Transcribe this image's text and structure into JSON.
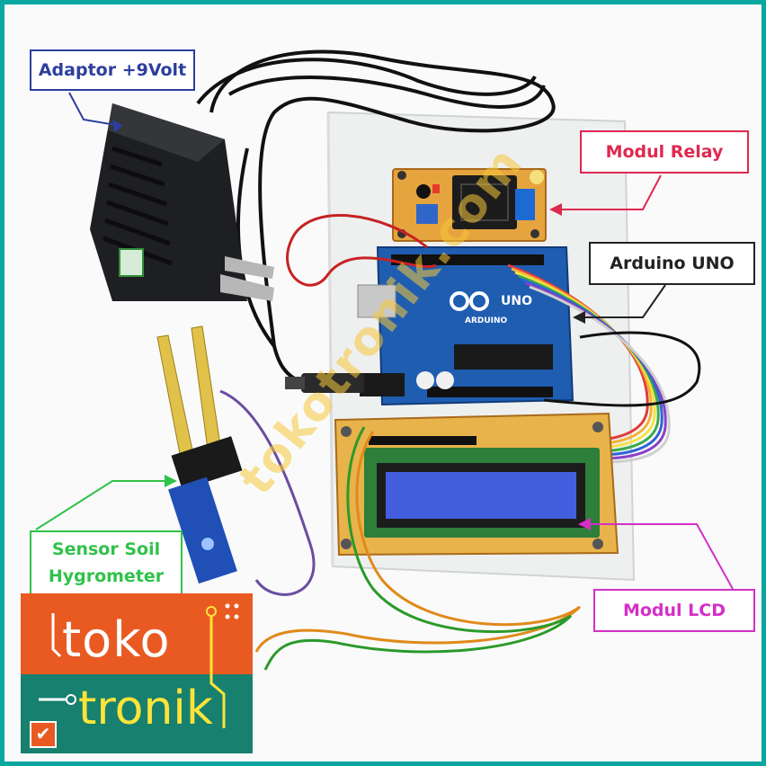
{
  "callouts": {
    "adaptor": "Adaptor +9Volt",
    "relay": "Modul Relay",
    "arduino": "Arduino UNO",
    "lcd": "Modul LCD",
    "sensor_line1": "Sensor Soil",
    "sensor_line2": "Hygrometer"
  },
  "board_text": {
    "arduino_brand": "ARDUINO",
    "uno": "UNO"
  },
  "watermark": "tokotronik.com",
  "logo": {
    "word1": "toko",
    "word2": "tronik"
  },
  "colors": {
    "frame": "#0aa6a0",
    "adaptor": "#2c3f9e",
    "relay": "#e0284f",
    "arduino": "#222222",
    "lcd": "#d42fc6",
    "sensor": "#30c24a",
    "logo_orange": "#e95a23",
    "logo_teal": "#17806f",
    "logo_yellow": "#ffe33a"
  }
}
